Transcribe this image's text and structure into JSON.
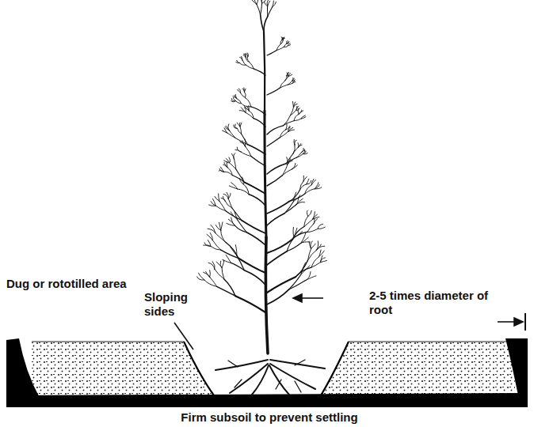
{
  "diagram": {
    "labels": [
      "Dug or rototilled area",
      "Sloping sides",
      "2-5 times diameter of root",
      "Firm subsoil to prevent settling"
    ]
  }
}
